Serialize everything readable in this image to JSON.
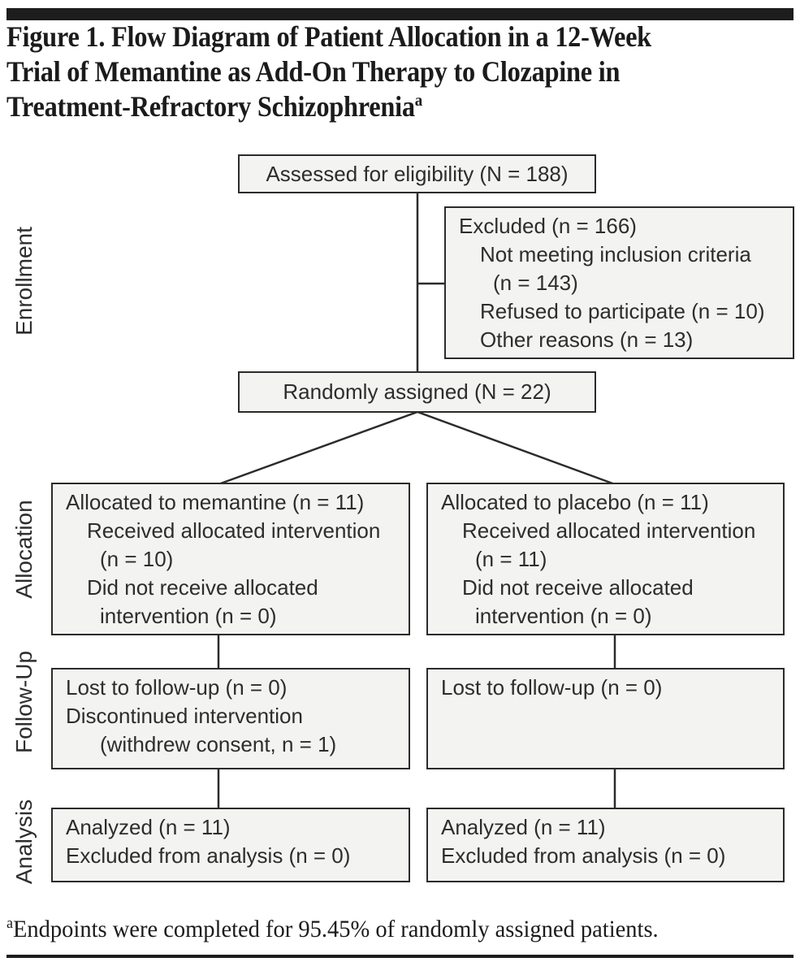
{
  "figure": {
    "title_lines": [
      "Figure 1. Flow Diagram of Patient Allocation in a 12-Week",
      "Trial of Memantine as Add-On Therapy to Clozapine in",
      "Treatment-Refractory Schizophrenia"
    ],
    "title_superscript": "a",
    "footnote_marker": "a",
    "footnote_text": "Endpoints were completed for 95.45% of randomly assigned patients."
  },
  "stages": {
    "enrollment": "Enrollment",
    "allocation": "Allocation",
    "followup": "Follow-Up",
    "analysis": "Analysis"
  },
  "flow": {
    "assessed": "Assessed for eligibility (N = 188)",
    "excluded": {
      "lines": [
        "Excluded (n = 166)",
        "Not meeting inclusion criteria",
        "(n = 143)",
        "Refused to participate (n = 10)",
        "Other reasons (n = 13)"
      ]
    },
    "randomized": "Randomly assigned (N = 22)",
    "allocation_memantine": {
      "lines": [
        "Allocated to memantine (n = 11)",
        "Received allocated intervention",
        "(n = 10)",
        "Did not receive allocated",
        "intervention (n = 0)"
      ]
    },
    "allocation_placebo": {
      "lines": [
        "Allocated to placebo (n = 11)",
        "Received allocated intervention",
        "(n = 11)",
        "Did not receive allocated",
        "intervention (n = 0)"
      ]
    },
    "followup_memantine": {
      "lines": [
        "Lost to follow-up (n = 0)",
        "Discontinued intervention",
        "(withdrew consent, n = 1)"
      ]
    },
    "followup_placebo": {
      "lines": [
        "Lost to follow-up (n = 0)"
      ]
    },
    "analysis_memantine": {
      "lines": [
        "Analyzed (n = 11)",
        "Excluded from analysis (n = 0)"
      ]
    },
    "analysis_placebo": {
      "lines": [
        "Analyzed (n = 11)",
        "Excluded from analysis (n = 0)"
      ]
    }
  },
  "colors": {
    "box_fill": "#f3f3f1",
    "box_border": "#2b2b2b",
    "line": "#2b2b2b",
    "text_sans": "#2d2d2d",
    "text_serif": "#1b1b1b",
    "rule": "#1d1d1d"
  }
}
